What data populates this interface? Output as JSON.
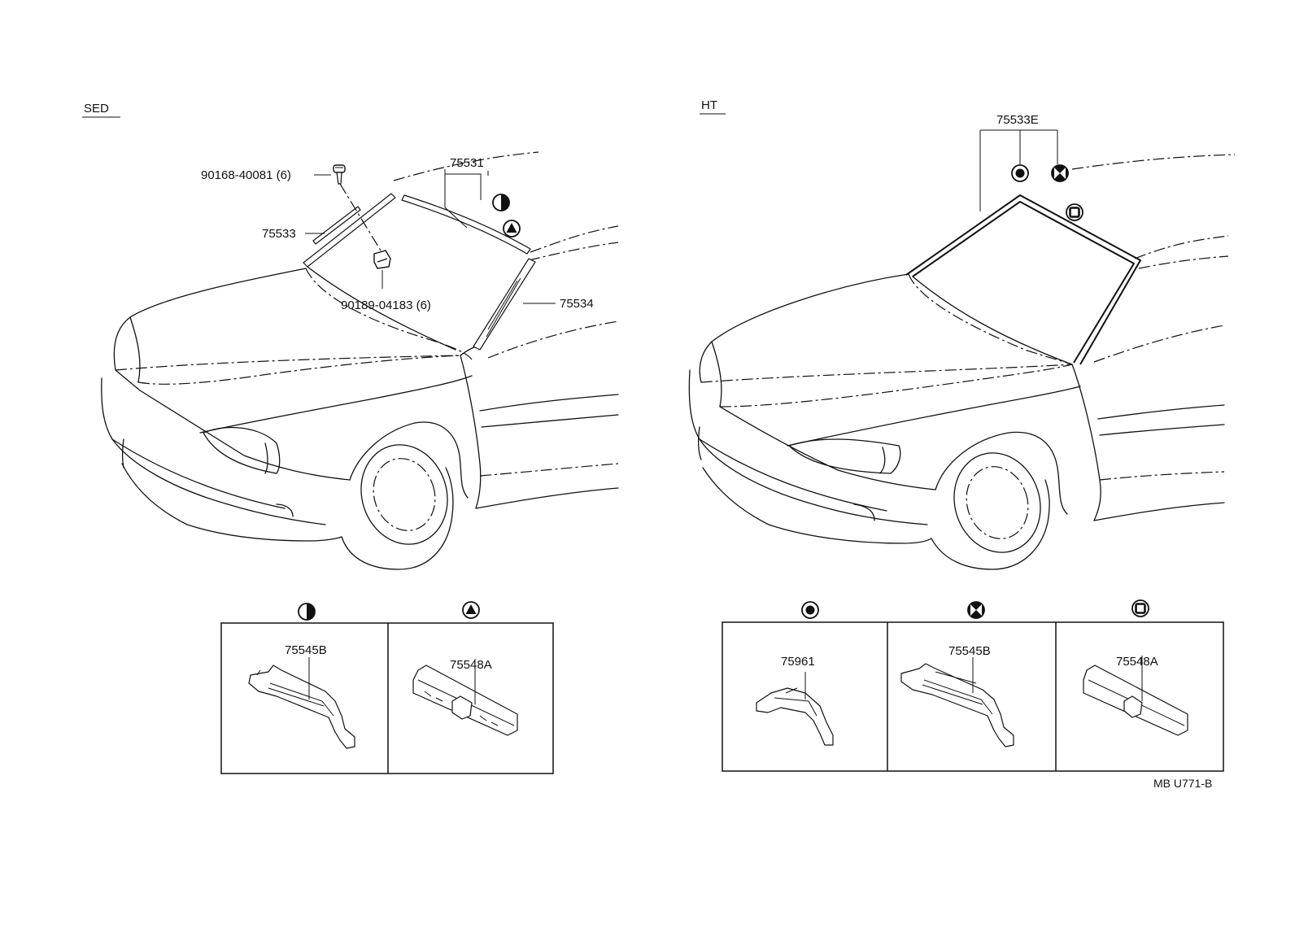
{
  "sections": {
    "sed": "SED",
    "ht": "HT"
  },
  "sed_callouts": {
    "screw": "90168-40081 (6)",
    "clip": "90189-04183 (6)",
    "side_left": "75533",
    "upper": "75531",
    "side_right": "75534"
  },
  "ht_callouts": {
    "moulding": "75533E"
  },
  "sed_details": [
    {
      "symbol": "half-circle",
      "part": "75545B"
    },
    {
      "symbol": "triangle-circle",
      "part": "75548A"
    }
  ],
  "ht_details": [
    {
      "symbol": "dot-circle",
      "part": "75961"
    },
    {
      "symbol": "cross-circle",
      "part": "75545B"
    },
    {
      "symbol": "square-circle",
      "part": "75548A"
    }
  ],
  "diagram_code": "MB U771-B"
}
